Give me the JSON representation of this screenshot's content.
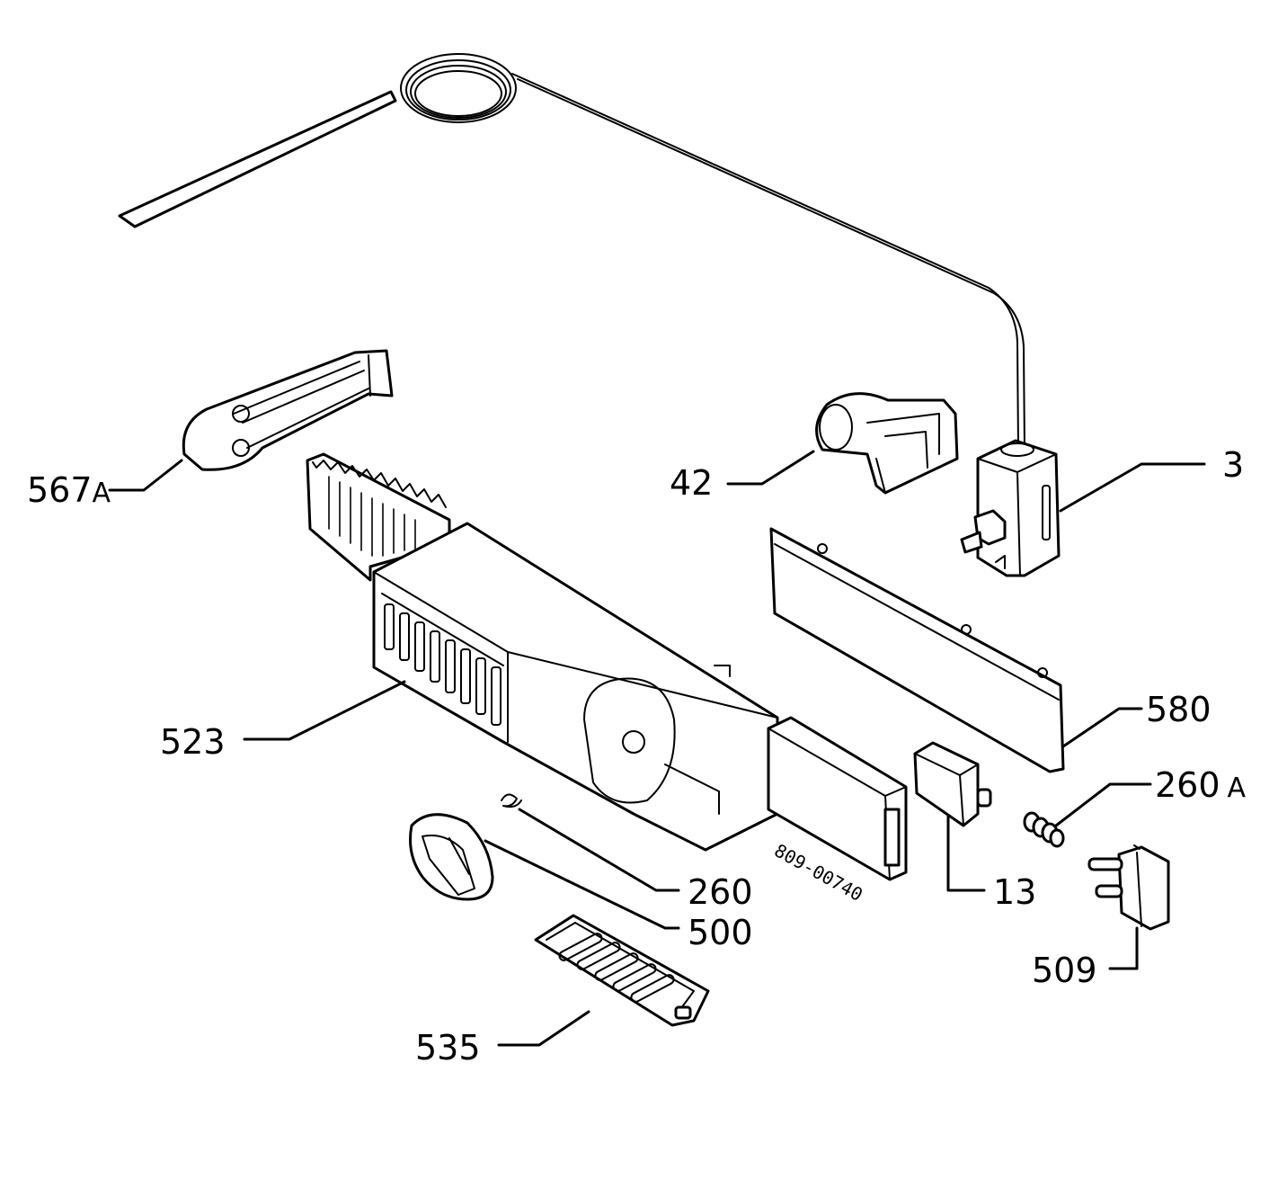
{
  "labels": {
    "p567a": "567",
    "p567a_suffix": "A",
    "p42": "42",
    "p3": "3",
    "p523": "523",
    "p580": "580",
    "p260a": "260",
    "p260a_suffix": "A",
    "p260": "260",
    "p500": "500",
    "p13": "13",
    "p509": "509",
    "p535": "535"
  },
  "drawing_code": "809-00740"
}
